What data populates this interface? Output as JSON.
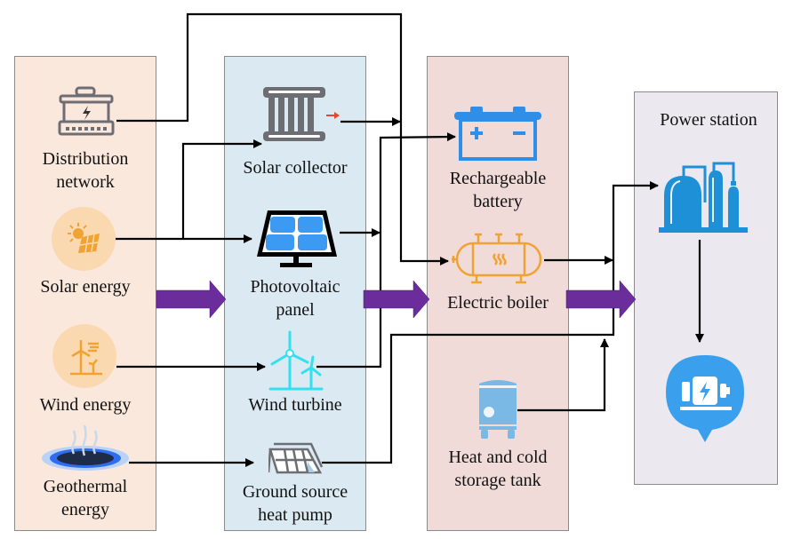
{
  "diagram": {
    "columns": {
      "sources": {
        "items": [
          {
            "id": "distribution-network",
            "label": "Distribution\nnetwork",
            "icon": "distribution-box-icon"
          },
          {
            "id": "solar-energy",
            "label": "Solar energy",
            "icon": "sun-panel-icon"
          },
          {
            "id": "wind-energy",
            "label": "Wind energy",
            "icon": "wind-icon"
          },
          {
            "id": "geothermal-energy",
            "label": "Geothermal\nenergy",
            "icon": "geothermal-icon"
          }
        ]
      },
      "conversion": {
        "items": [
          {
            "id": "solar-collector",
            "label": "Solar collector",
            "icon": "solar-collector-icon"
          },
          {
            "id": "photovoltaic-panel",
            "label": "Photovoltaic\npanel",
            "icon": "photovoltaic-panel-icon"
          },
          {
            "id": "wind-turbine",
            "label": "Wind turbine",
            "icon": "wind-turbine-icon"
          },
          {
            "id": "ground-source-heat-pump",
            "label": "Ground source\nheat pump",
            "icon": "heat-pump-icon"
          }
        ]
      },
      "storage": {
        "items": [
          {
            "id": "rechargeable-battery",
            "label": "Rechargeable\nbattery",
            "icon": "battery-icon"
          },
          {
            "id": "electric-boiler",
            "label": "Electric boiler",
            "icon": "boiler-icon"
          },
          {
            "id": "storage-tank",
            "label": "Heat and cold\nstorage tank",
            "icon": "water-tank-icon"
          }
        ]
      },
      "station": {
        "title": "Power station",
        "items": [
          {
            "id": "power-plant",
            "icon": "power-plant-icon"
          },
          {
            "id": "charging-station",
            "icon": "charging-station-icon"
          }
        ]
      }
    },
    "connections": [
      {
        "from": "distribution-network",
        "to": "electric-boiler"
      },
      {
        "from": "solar-energy",
        "to": "solar-collector"
      },
      {
        "from": "solar-energy",
        "to": "photovoltaic-panel"
      },
      {
        "from": "wind-energy",
        "to": "wind-turbine"
      },
      {
        "from": "geothermal-energy",
        "to": "ground-source-heat-pump"
      },
      {
        "from": "solar-collector",
        "to": "electric-boiler"
      },
      {
        "from": "photovoltaic-panel",
        "to": "rechargeable-battery"
      },
      {
        "from": "wind-turbine",
        "to": "rechargeable-battery"
      },
      {
        "from": "ground-source-heat-pump",
        "to": "power-plant"
      },
      {
        "from": "electric-boiler",
        "to": "power-plant"
      },
      {
        "from": "storage-tank",
        "to": "power-plant"
      },
      {
        "from": "power-plant",
        "to": "charging-station"
      }
    ],
    "stage_arrows": [
      {
        "from": "sources",
        "to": "conversion"
      },
      {
        "from": "conversion",
        "to": "storage"
      },
      {
        "from": "storage",
        "to": "station"
      }
    ],
    "colors": {
      "sources_bg": "#fbe8dc",
      "conversion_bg": "#dbeaf2",
      "storage_bg": "#f0dbd8",
      "station_bg": "#ebe8ef",
      "stage_arrow": "#6b2c9c",
      "icon_orange": "#f0a232",
      "icon_blue": "#2f8fe8",
      "icon_cyan": "#33e0f0",
      "icon_gray": "#6d6e74"
    }
  }
}
